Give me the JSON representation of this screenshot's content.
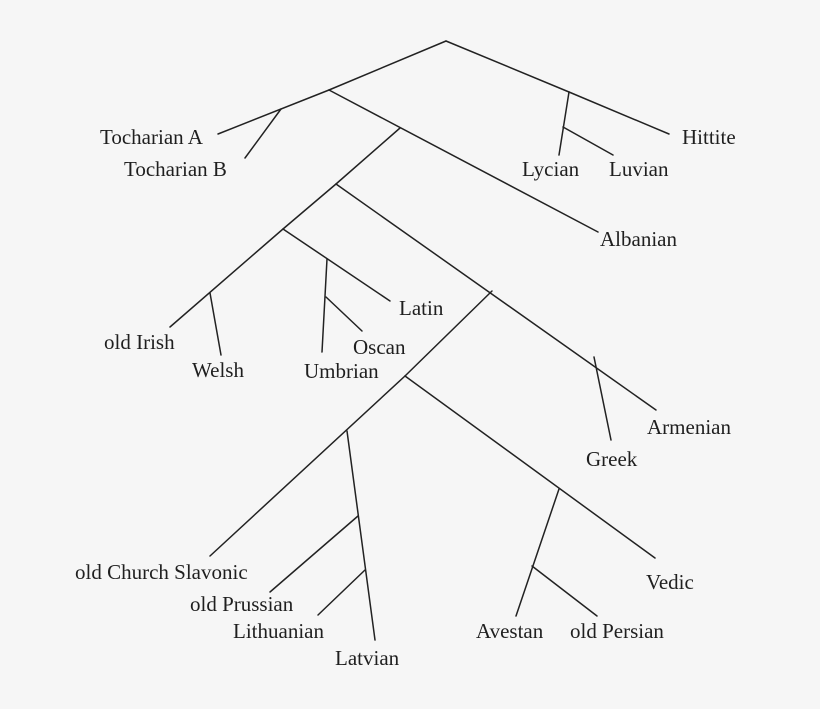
{
  "colors": {
    "background": "#f6f6f6",
    "line": "#222222",
    "text": "#1f1f1f"
  },
  "tree": {
    "leaves": {
      "tocharian_a": "Tocharian A",
      "tocharian_b": "Tocharian B",
      "hittite": "Hittite",
      "lycian": "Lycian",
      "luvian": "Luvian",
      "albanian": "Albanian",
      "latin": "Latin",
      "old_irish": "old Irish",
      "oscan": "Oscan",
      "welsh": "Welsh",
      "umbrian": "Umbrian",
      "armenian": "Armenian",
      "greek": "Greek",
      "old_church_slavonic": "old Church Slavonic",
      "vedic": "Vedic",
      "old_prussian": "old Prussian",
      "lithuanian": "Lithuanian",
      "avestan": "Avestan",
      "old_persian": "old Persian",
      "latvian": "Latvian"
    }
  }
}
